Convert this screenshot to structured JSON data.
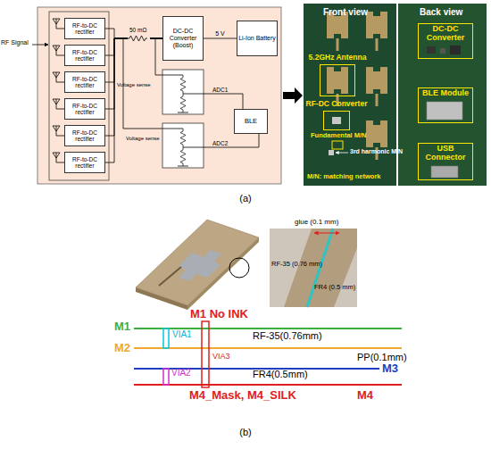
{
  "diagram": {
    "nodes": [
      {
        "text": [
          "RF-to-DC rectifier"
        ]
      },
      {
        "text": [
          "RF-to-DC rectifier"
        ]
      },
      {
        "text": [
          "RF-to-DC rectifier"
        ]
      },
      {
        "text": [
          "RF-to-DC rectifier"
        ]
      },
      {
        "text": [
          "RF-to-DC rectifier"
        ]
      },
      {
        "text": [
          "RF-to-DC rectifier"
        ]
      },
      {
        "text": [
          "DC-DC Converter (Boost)"
        ]
      },
      {
        "text": [
          "Li-Ion Battery"
        ]
      },
      {
        "text": [
          "BLE"
        ]
      },
      {
        "text": [
          "5.2GHz Antenna"
        ]
      },
      {
        "text": [
          "RF-DC Converter"
        ]
      },
      {
        "text": [
          "DC-DC Converter"
        ]
      },
      {
        "text": [
          "BLE Module"
        ]
      },
      {
        "text": [
          "USB Connector"
        ]
      }
    ],
    "edges": [
      {
        "from": 0,
        "to": 6,
        "arrow": "none"
      },
      {
        "from": 1,
        "to": 6,
        "arrow": "none"
      },
      {
        "from": 2,
        "to": 6,
        "arrow": "none"
      },
      {
        "from": 3,
        "to": 6,
        "arrow": "none"
      },
      {
        "from": 4,
        "to": 6,
        "arrow": "none"
      },
      {
        "from": 5,
        "to": 6,
        "arrow": "none"
      },
      {
        "from": 6,
        "to": 7,
        "label": "5 V",
        "arrow": "none"
      }
    ],
    "labels": [
      "RF Signal",
      "50 mΩ",
      "Voltage sense",
      "Voltage sense",
      "ADC1",
      "ADC2",
      "Front view",
      "Back view",
      "Fundamental M/N",
      "3rd harmonic M/N",
      "M/N: matching network",
      "(a)",
      "glue (0.1 mm)",
      "RF-35 (0.76 mm)",
      "FR4 (0.5 mm)",
      "M1",
      "M1 No INK",
      "VIA1",
      "RF-35(0.76mm)",
      "M2",
      "VIA3",
      "PP(0.1mm)",
      "VIA2",
      "FR4(0.5mm)",
      "M3",
      "M4_Mask, M4_SILK",
      "M4",
      "(b)"
    ]
  }
}
